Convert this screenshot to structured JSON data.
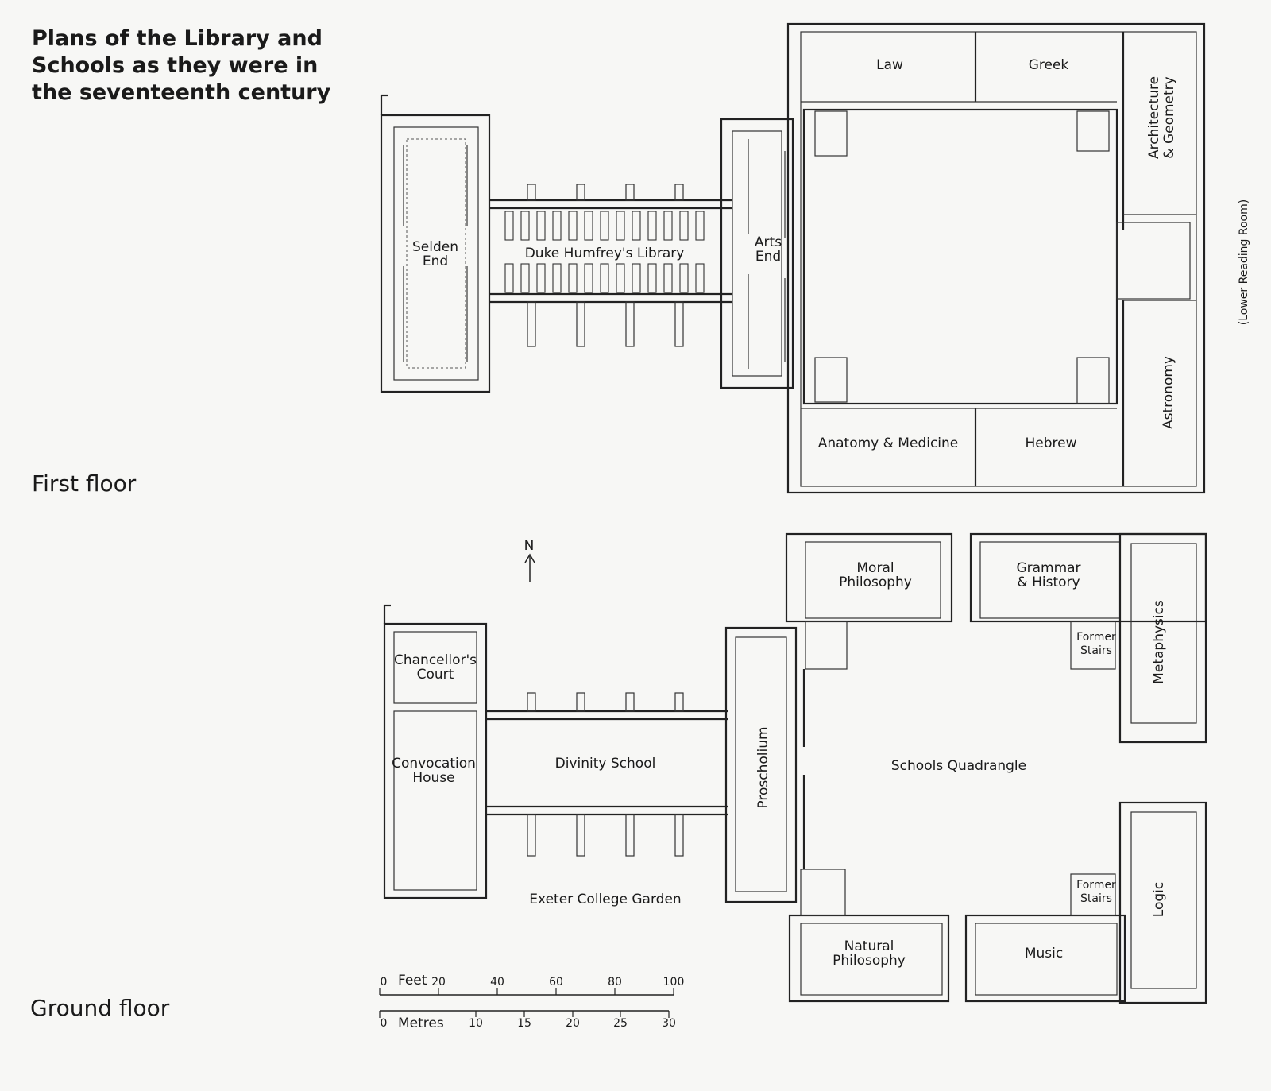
{
  "title": "Plans of the Library and Schools as they were in the seventeenth century",
  "floors": {
    "first": "First floor",
    "ground": "Ground floor"
  },
  "first_floor_rooms": {
    "law": "Law",
    "greek": "Greek",
    "architecture_line1": "Architecture",
    "architecture_line2": "& Geometry",
    "selden_line1": "Selden",
    "selden_line2": "End",
    "duke_humfrey": "Duke Humfrey's Library",
    "arts_line1": "Arts",
    "arts_line2": "End",
    "anatomy": "Anatomy & Medicine",
    "hebrew": "Hebrew",
    "astronomy": "Astronomy",
    "lower_reading_room": "(Lower Reading Room)"
  },
  "ground_floor_rooms": {
    "moral_line1": "Moral",
    "moral_line2": "Philosophy",
    "grammar_line1": "Grammar",
    "grammar_line2": "& History",
    "former_stairs_line1": "Former",
    "former_stairs_line2": "Stairs",
    "metaphysics": "Metaphysics",
    "chancellor_line1": "Chancellor's",
    "chancellor_line2": "Court",
    "convocation_line1": "Convocation",
    "convocation_line2": "House",
    "divinity": "Divinity School",
    "proscholium": "Proscholium",
    "quadrangle": "Schools Quadrangle",
    "exeter": "Exeter College Garden",
    "natural_line1": "Natural",
    "natural_line2": "Philosophy",
    "music": "Music",
    "logic": "Logic"
  },
  "north_arrow": "N",
  "scale": {
    "feet_label": "Feet",
    "metres_label": "Metres",
    "feet_ticks": [
      "0",
      "20",
      "40",
      "60",
      "80",
      "100"
    ],
    "metre_ticks": [
      "0",
      "10",
      "15",
      "20",
      "25",
      "30"
    ]
  }
}
